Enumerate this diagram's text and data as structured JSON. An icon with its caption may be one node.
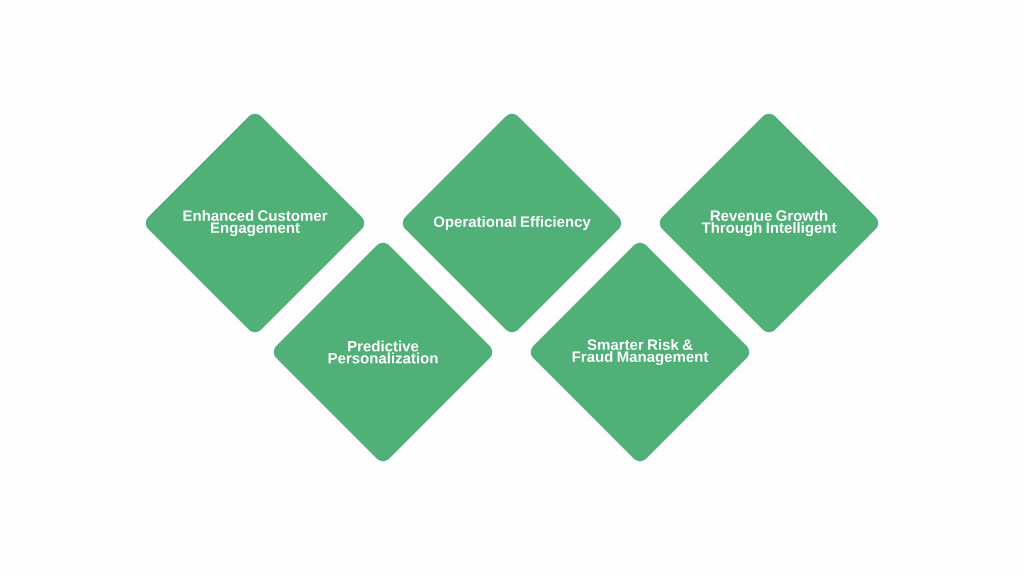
{
  "diagram": {
    "nodes": [
      {
        "text": [
          "Enhanced Customer Engagement"
        ]
      },
      {
        "text": [
          "Predictive Personalization"
        ]
      },
      {
        "text": [
          "Operational Efficiency"
        ]
      },
      {
        "text": [
          "Smarter Risk & Fraud Management"
        ]
      },
      {
        "text": [
          "Revenue Growth Through Intelligent"
        ]
      }
    ]
  }
}
